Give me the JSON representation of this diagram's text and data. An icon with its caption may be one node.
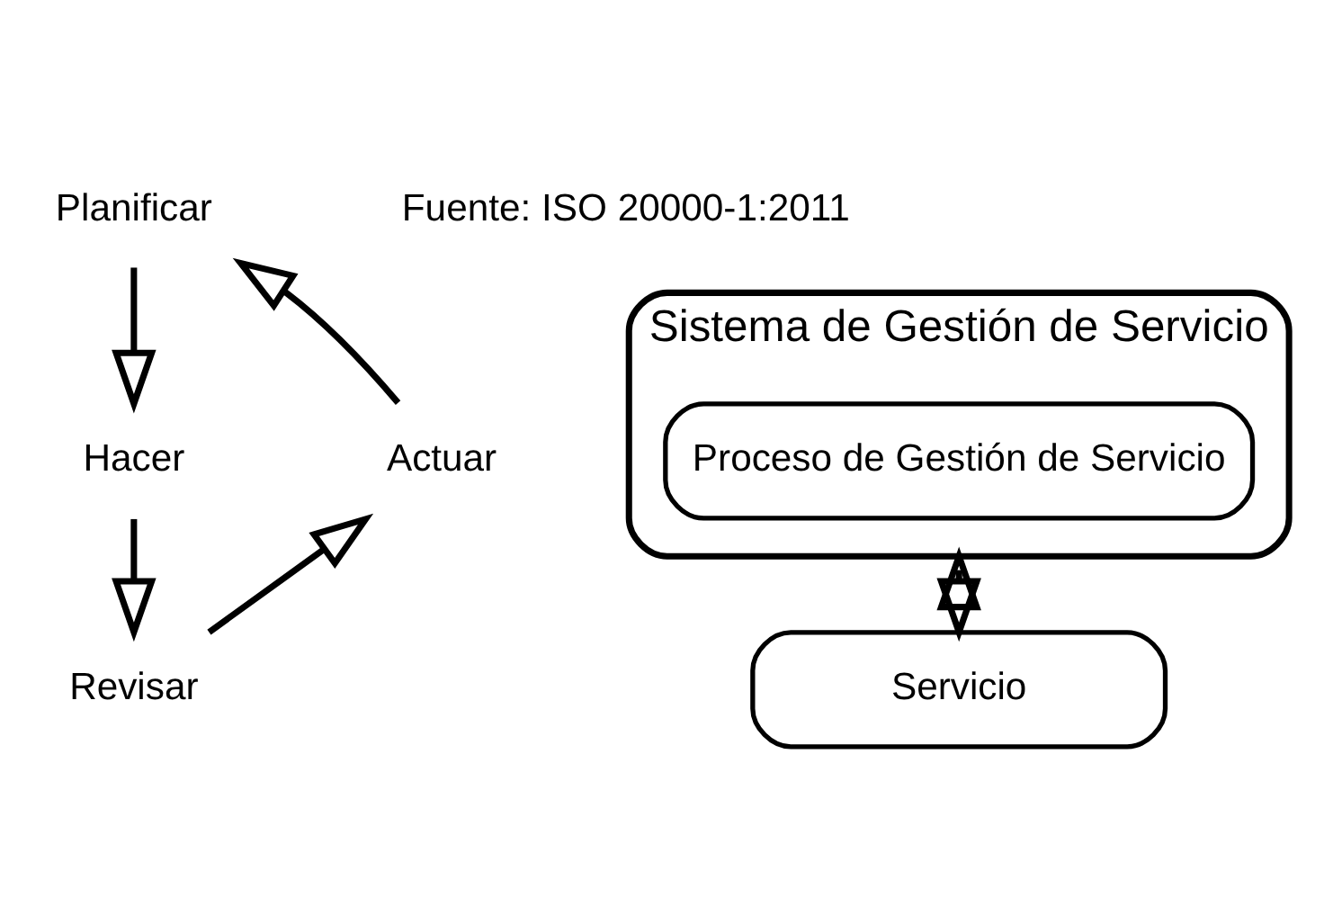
{
  "diagram": {
    "nodes": [
      {
        "text": [
          "Planificar"
        ]
      },
      {
        "text": [
          "Sistema de Gestión de Servicio"
        ]
      },
      {
        "text": [
          "Proceso de Gestión de Servicio"
        ],
        "in": 1
      },
      {
        "text": [
          "Hacer"
        ]
      },
      {
        "text": [
          "Actuar"
        ]
      },
      {
        "text": [
          "Servicio"
        ]
      },
      {
        "text": [
          "Revisar"
        ]
      }
    ],
    "edges": [
      {
        "from": 0,
        "to": 3,
        "arrow": "to"
      },
      {
        "from": 3,
        "to": 6,
        "arrow": "to"
      },
      {
        "from": 6,
        "to": 4,
        "arrow": "to"
      },
      {
        "from": 4,
        "to": 0,
        "arrow": "to"
      },
      {
        "from": 1,
        "to": 5,
        "arrow": "both"
      }
    ],
    "labels": [
      "Fuente: ISO 20000-1:2011"
    ]
  }
}
